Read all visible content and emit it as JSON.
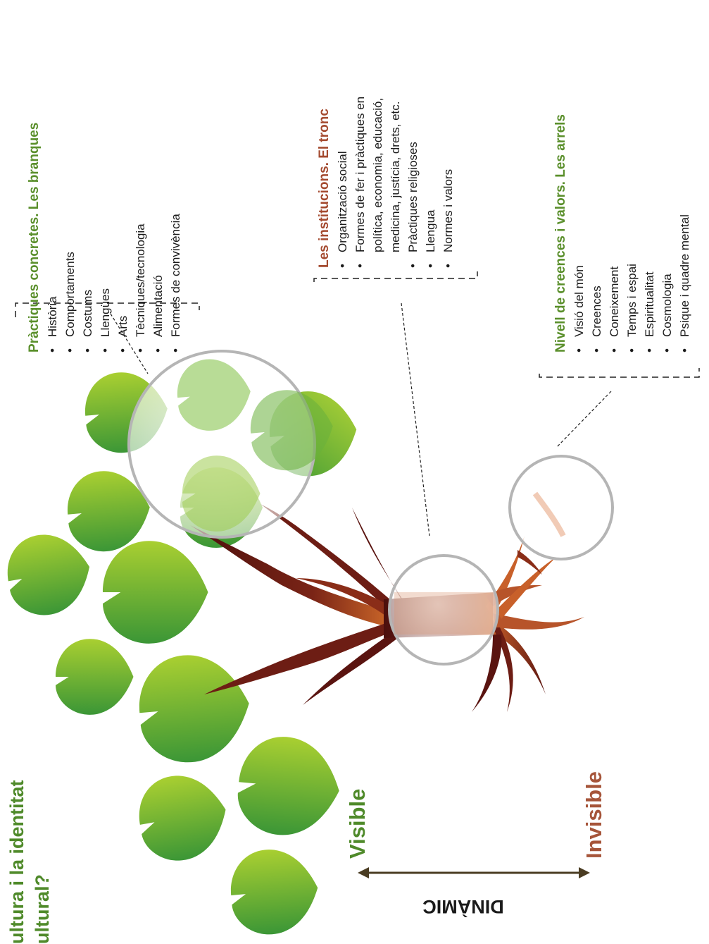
{
  "title": {
    "line1": "ultura i la identitat",
    "line2": "ultural?"
  },
  "branches": {
    "heading_a": "Pràctiques concretes.",
    "heading_b": "Les branques",
    "items": [
      "Història",
      "Comportaments",
      "Costums",
      "Llengües",
      "Arts",
      "Tècniques/tecnologia",
      "Alimentació",
      "Formes de convivència"
    ]
  },
  "trunk": {
    "heading_a": "Les institucions.",
    "heading_b": "El tronc",
    "items": [
      {
        "text": "Organització social",
        "bullet": true
      },
      {
        "text": "Formes de fer i pràctiques en",
        "bullet": true
      },
      {
        "text": "política, economia, educació,",
        "bullet": false
      },
      {
        "text": "medicina, justícia, drets, etc.",
        "bullet": false
      },
      {
        "text": "Pràctiques religioses",
        "bullet": true
      },
      {
        "text": "Llengua",
        "bullet": true
      },
      {
        "text": "Normes i valors",
        "bullet": true
      }
    ]
  },
  "roots": {
    "heading_a": "Nivell de creences i valors.",
    "heading_b": "Les arrels",
    "items": [
      "Visió del món",
      "Creences",
      "Coneixement",
      "Temps i espai",
      "Espiritualitat",
      "Cosmologia",
      "Psique i quadre mental"
    ]
  },
  "axis": {
    "visible": "Visible",
    "invisible": "Invisible",
    "dynamic": "DINÀMIC"
  },
  "colors": {
    "green_text": "#5a8f2b",
    "brown_text": "#a44a2f",
    "leaf_dark": "#3f9a36",
    "leaf_light": "#a6cc33",
    "trunk_dark": "#5a1410",
    "trunk_light": "#c9642a",
    "arrow": "#4a3c22"
  }
}
